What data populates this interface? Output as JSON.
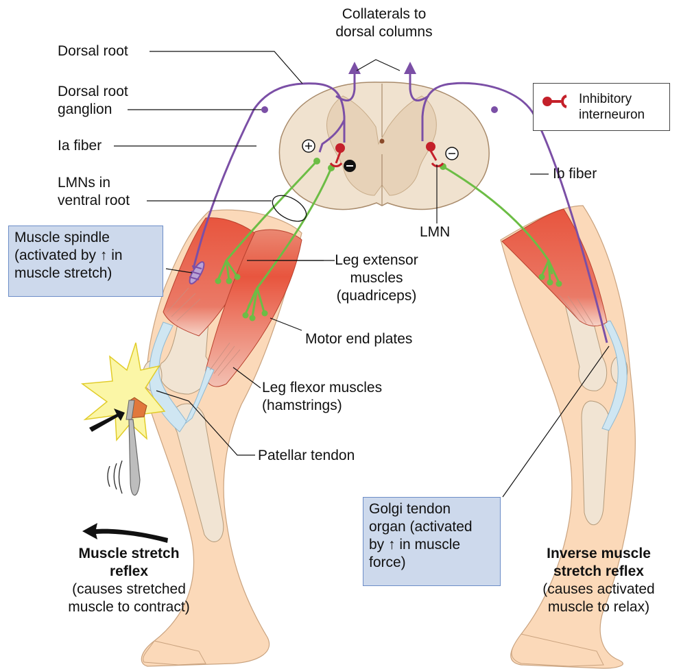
{
  "labels": {
    "collaterals": [
      "Collaterals to",
      "dorsal columns"
    ],
    "dorsal_root": "Dorsal root",
    "dorsal_root_ganglion": [
      "Dorsal root",
      "ganglion"
    ],
    "ia_fiber": "Ia fiber",
    "lmns_ventral_root": [
      "LMNs in",
      "ventral root"
    ],
    "ib_fiber": "Ib fiber",
    "lmn": "LMN",
    "leg_extensor": [
      "Leg extensor",
      "muscles",
      "(quadriceps)"
    ],
    "motor_end_plates": "Motor end plates",
    "leg_flexor": [
      "Leg flexor muscles",
      "(hamstrings)"
    ],
    "patellar_tendon": "Patellar tendon"
  },
  "legend": {
    "label": [
      "Inhibitory",
      "interneuron"
    ],
    "icon": "inhibitory-synapse-icon"
  },
  "boxes": {
    "muscle_spindle": [
      "Muscle spindle",
      "(activated by ↑ in",
      "muscle stretch)"
    ],
    "golgi_tendon": [
      "Golgi tendon",
      "organ (activated",
      "by ↑ in muscle",
      "force)"
    ]
  },
  "reflexes": {
    "left": {
      "title": [
        "Muscle stretch",
        "reflex"
      ],
      "desc": [
        "(causes stretched",
        "muscle to contract)"
      ]
    },
    "right": {
      "title": [
        "Inverse muscle",
        "stretch reflex"
      ],
      "desc": [
        "(causes activated",
        "muscle to relax)"
      ]
    }
  },
  "symbols": {
    "plus": "+",
    "minus": "−"
  },
  "colors": {
    "afferent": "#7b4fa6",
    "motor": "#6cbd45",
    "inhibitory": "#c4202a",
    "muscle": "#e8553e",
    "skin": "#fbd9b9",
    "bone": "#f1e4d3",
    "tendon": "#cfe6f2",
    "box_fill": "#cdd9ec",
    "box_border": "#6b8cc7",
    "cord": "#f0e2cf",
    "hammer_flash": "#fbf6a6"
  }
}
